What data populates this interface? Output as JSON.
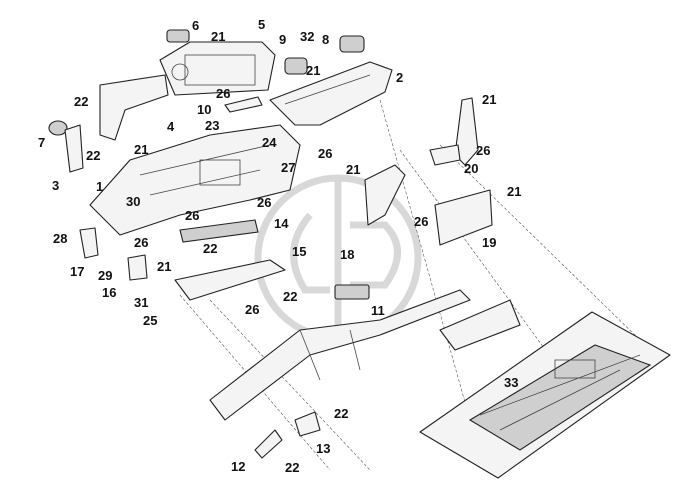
{
  "diagram": {
    "callouts": [
      "1",
      "2",
      "3",
      "4",
      "5",
      "6",
      "7",
      "8",
      "9",
      "10",
      "11",
      "12",
      "13",
      "14",
      "15",
      "16",
      "17",
      "18",
      "19",
      "20",
      "21",
      "22",
      "23",
      "24",
      "25",
      "26",
      "27",
      "28",
      "29",
      "30",
      "31",
      "32",
      "33"
    ]
  }
}
